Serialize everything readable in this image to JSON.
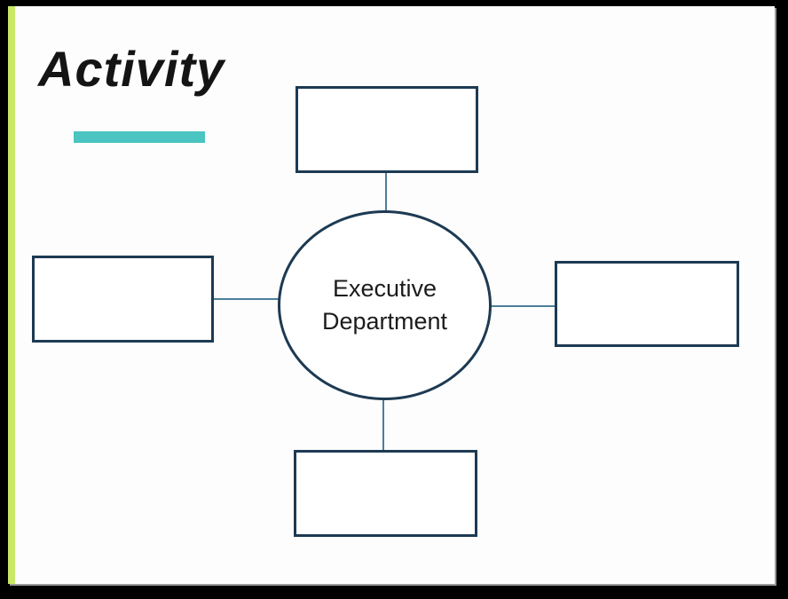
{
  "slide": {
    "title": "Activity",
    "background_color": "#fdfdfd",
    "frame_color": "#000000",
    "edge_strip_color": "#c9e868",
    "accent_bar_color": "#4ac5c1"
  },
  "diagram": {
    "type": "spider",
    "center": {
      "label": "Executive Department"
    },
    "nodes": [
      {
        "id": "top",
        "label": ""
      },
      {
        "id": "left",
        "label": ""
      },
      {
        "id": "right",
        "label": ""
      },
      {
        "id": "bottom",
        "label": ""
      }
    ],
    "shape_stroke_color": "#1d3a52",
    "connector_color": "#4d7d99",
    "text_color": "#1c1c1c"
  }
}
